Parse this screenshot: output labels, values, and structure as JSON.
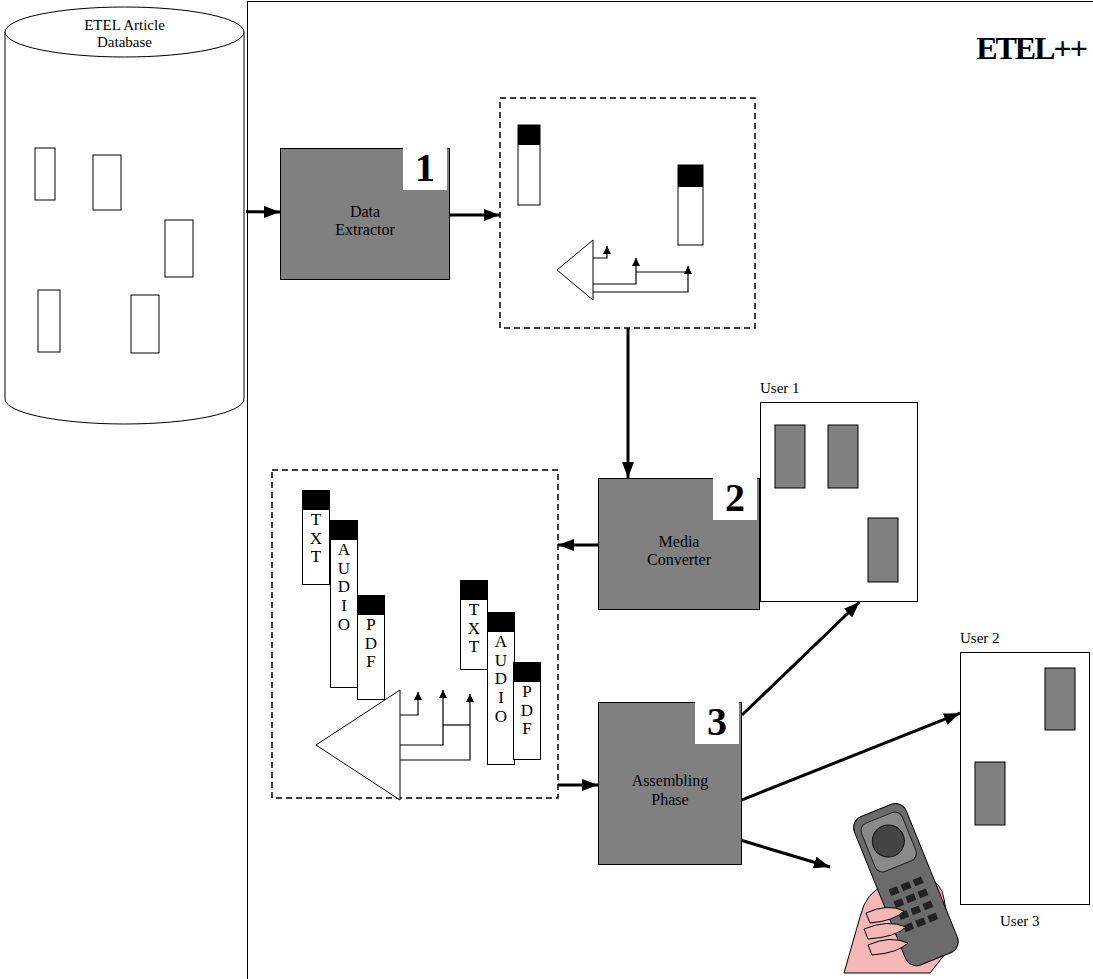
{
  "diagram": {
    "nodes": [
      {
        "text": [
          "ETEL Article Database"
        ]
      },
      {
        "text": [
          "ETEL++"
        ]
      },
      {
        "text": [
          "1",
          "Data Extractor"
        ],
        "in": 1
      },
      {
        "text": [
          "2",
          "Media Converter"
        ],
        "in": 1
      },
      {
        "text": [
          "TXT"
        ],
        "in": 1
      },
      {
        "text": [
          "AUDIO"
        ],
        "in": 1
      },
      {
        "text": [
          "PDF"
        ],
        "in": 1
      },
      {
        "text": [
          "TXT"
        ],
        "in": 1
      },
      {
        "text": [
          "AUDIO"
        ],
        "in": 1
      },
      {
        "text": [
          "PDF"
        ],
        "in": 1
      },
      {
        "text": [
          "3",
          "Assembling Phase"
        ],
        "in": 1
      },
      {
        "text": [
          "User 1"
        ],
        "in": 1
      },
      {
        "text": [
          "User 2"
        ],
        "in": 1
      },
      {
        "text": [
          "User 3"
        ],
        "in": 1
      }
    ],
    "edges": [
      {
        "from": 0,
        "to": 2,
        "arrow": "to"
      },
      {
        "from": 10,
        "to": 11,
        "arrow": "to"
      },
      {
        "from": 10,
        "to": 12,
        "arrow": "to"
      },
      {
        "from": 10,
        "to": 13,
        "arrow": "to"
      }
    ]
  }
}
